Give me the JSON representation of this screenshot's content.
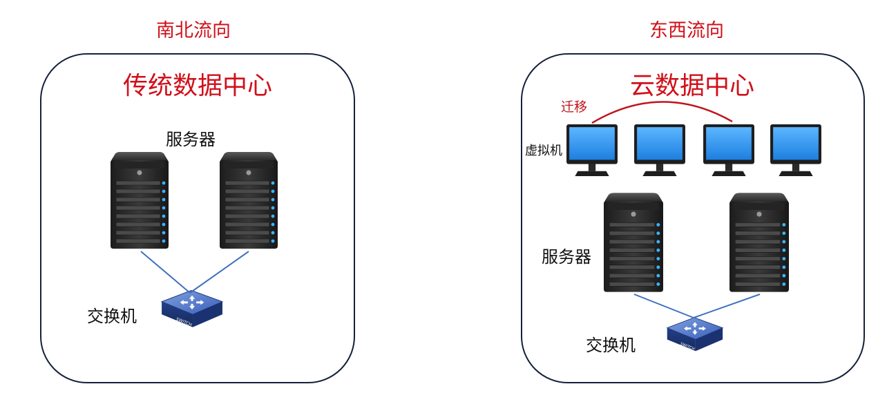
{
  "left": {
    "heading": "南北流向",
    "title": "传统数据中心",
    "servers_label": "服务器",
    "switch_label": "交换机",
    "switch_badge": "SWITCH"
  },
  "right": {
    "heading": "东西流向",
    "title": "云数据中心",
    "migrate_label": "迁移",
    "vm_label": "虚拟机",
    "servers_label": "服务器",
    "switch_label": "交换机",
    "switch_badge": "SWITCH"
  },
  "colors": {
    "accent_red": "#d0101a",
    "panel_border": "#14203a",
    "link_blue": "#3f6fc0",
    "monitor_screen": "#2f8fe8",
    "server_body": "#2b2b2b",
    "server_led": "#3cb4ff"
  }
}
